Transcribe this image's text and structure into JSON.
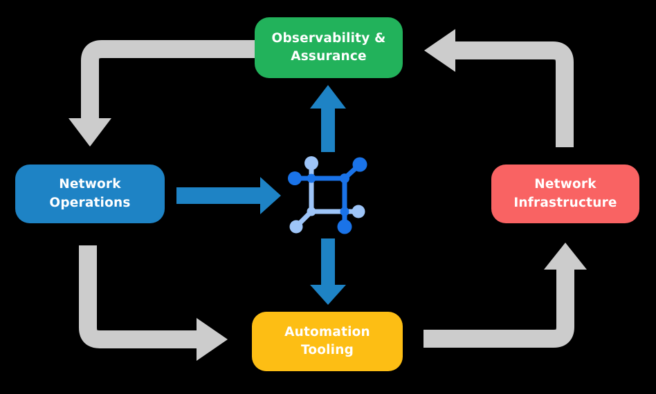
{
  "diagram": {
    "nodes": {
      "observability": {
        "lines": [
          "Observability &",
          "Assurance"
        ],
        "color": "#22b25b"
      },
      "operations": {
        "lines": [
          "Network",
          "Operations"
        ],
        "color": "#1e83c5"
      },
      "infrastructure": {
        "lines": [
          "Network",
          "Infrastructure"
        ],
        "color": "#f96363"
      },
      "automation": {
        "lines": [
          "Automation",
          "Tooling"
        ],
        "color": "#fdbe14"
      }
    },
    "center_icon": "network-mesh-icon",
    "colors": {
      "flow_arrow_gray": "#cccccc",
      "data_arrow_blue": "#1e83c5",
      "icon_dark_blue": "#1a73e8",
      "icon_light_blue": "#9ec5f8",
      "label_text": "#ffffff",
      "background": "#000000"
    }
  }
}
